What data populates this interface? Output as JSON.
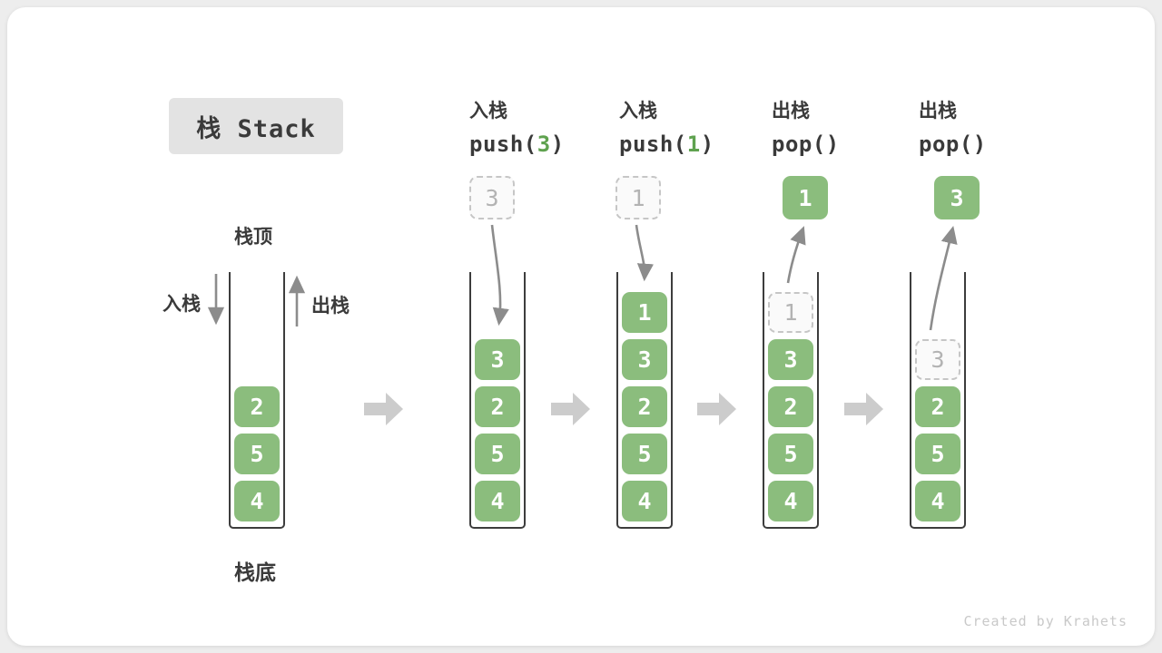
{
  "diagram": {
    "title": "栈 Stack",
    "stack_top_label": "栈顶",
    "stack_bottom_label": "栈底",
    "push_side_label": "入栈",
    "pop_side_label": "出栈",
    "watermark": "Created by Krahets"
  },
  "colors": {
    "cell_green": "#8bbd7d",
    "code_arg_green": "#5fa24f",
    "step_arrow_gray": "#cccccc",
    "flow_arrow_gray": "#8c8c8c",
    "title_box_bg": "#e3e3e3",
    "text_dark": "#3a3a3a",
    "ghost_border": "#c6c6c6",
    "ghost_text": "#b3b3b3"
  },
  "stacks": [
    {
      "name": "initial-state",
      "cells": [
        {
          "value": "2"
        },
        {
          "value": "5"
        },
        {
          "value": "4"
        }
      ]
    },
    {
      "name": "after-push-3",
      "header": {
        "op": "入栈",
        "code_prefix": "push(",
        "code_arg": "3",
        "code_suffix": ")"
      },
      "floating": {
        "value": "3",
        "ghost": true
      },
      "cells": [
        {
          "value": "3"
        },
        {
          "value": "2"
        },
        {
          "value": "5"
        },
        {
          "value": "4"
        }
      ]
    },
    {
      "name": "after-push-1",
      "header": {
        "op": "入栈",
        "code_prefix": "push(",
        "code_arg": "1",
        "code_suffix": ")"
      },
      "floating": {
        "value": "1",
        "ghost": true
      },
      "cells": [
        {
          "value": "1"
        },
        {
          "value": "3"
        },
        {
          "value": "2"
        },
        {
          "value": "5"
        },
        {
          "value": "4"
        }
      ]
    },
    {
      "name": "after-pop-1",
      "header": {
        "op": "出栈",
        "code_prefix": "pop(",
        "code_arg": "",
        "code_suffix": ")"
      },
      "floating": {
        "value": "1",
        "ghost": false
      },
      "cells": [
        {
          "value": "1",
          "ghost": true
        },
        {
          "value": "3"
        },
        {
          "value": "2"
        },
        {
          "value": "5"
        },
        {
          "value": "4"
        }
      ]
    },
    {
      "name": "after-pop-3",
      "header": {
        "op": "出栈",
        "code_prefix": "pop(",
        "code_arg": "",
        "code_suffix": ")"
      },
      "floating": {
        "value": "3",
        "ghost": false
      },
      "cells": [
        {
          "value": "3",
          "ghost": true
        },
        {
          "value": "2"
        },
        {
          "value": "5"
        },
        {
          "value": "4"
        }
      ]
    }
  ]
}
